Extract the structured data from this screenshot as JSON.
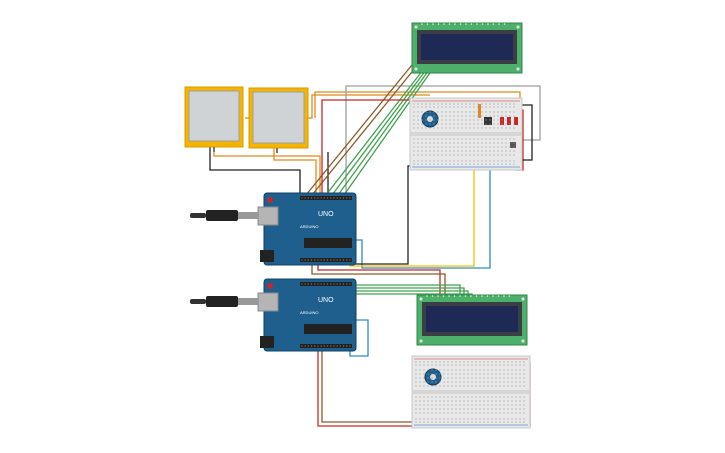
{
  "circuit": {
    "board_top": {
      "label_uno": "UNO",
      "label_brand": "ARDUINO"
    },
    "board_bottom": {
      "label_uno": "UNO",
      "label_brand": "ARDUINO"
    }
  },
  "colors": {
    "board_blue": "#1f5f8e",
    "lcd_green": "#4caf6a",
    "lcd_screen": "#1e2a55",
    "sensor_pad": "#f5b400",
    "breadboard": "#e8e8e8",
    "wire_orange": "#e08a1e",
    "wire_red": "#c62828",
    "wire_green": "#3fa34d",
    "wire_brown": "#8b5a2b",
    "wire_blue": "#2d8cc9",
    "wire_yellow": "#f2c200",
    "wire_black": "#222222",
    "wire_gray": "#9e9e9e"
  },
  "icons": [
    "usb-plug-icon",
    "potentiometer-icon",
    "led-icon",
    "pushbutton-icon"
  ]
}
